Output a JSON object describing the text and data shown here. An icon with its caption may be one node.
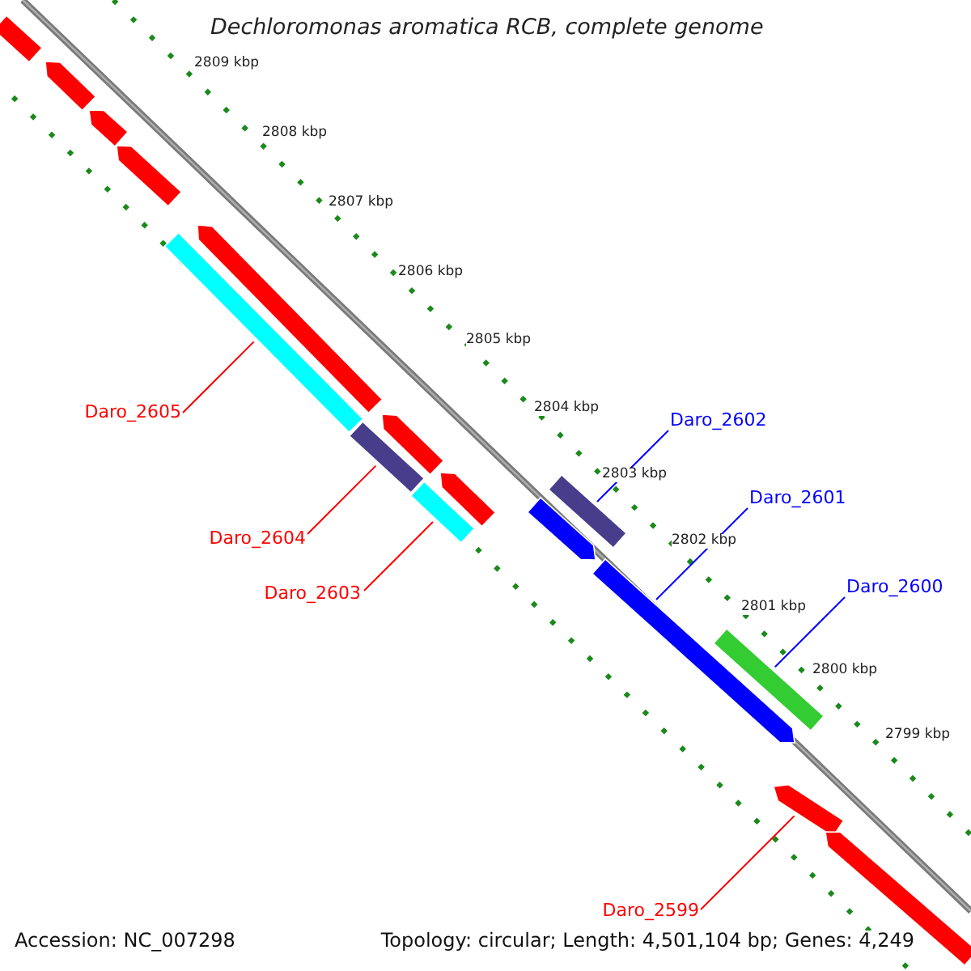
{
  "diagram": {
    "title": "Dechloromonas aromatica RCB, complete genome",
    "nodes": [
      {
        "text": [
          "Daro_2602"
        ]
      },
      {
        "text": [
          "Daro_2601"
        ]
      },
      {
        "text": [
          "Daro_2600"
        ]
      },
      {
        "text": [
          "Daro_2605"
        ]
      },
      {
        "text": [],
        "shape": "bar"
      },
      {
        "text": [],
        "shape": "bar"
      },
      {
        "text": [],
        "shape": "bar"
      },
      {
        "text": [],
        "shape": "bar"
      },
      {
        "text": [],
        "shape": "bar"
      },
      {
        "text": [],
        "shape": "bar"
      },
      {
        "text": [],
        "shape": "bar"
      },
      {
        "text": [
          "Daro_2604"
        ]
      },
      {
        "text": [
          "Daro_2603"
        ]
      },
      {
        "text": [
          "Daro_2599"
        ]
      },
      {
        "text": [],
        "shape": "bar"
      },
      {
        "text": [],
        "shape": "bar"
      },
      {
        "text": [],
        "shape": "bar"
      },
      {
        "text": [],
        "shape": "bar"
      },
      {
        "text": [],
        "shape": "bar"
      },
      {
        "text": [],
        "shape": "bar"
      },
      {
        "text": [],
        "shape": "bar"
      },
      {
        "text": [],
        "shape": "bar"
      },
      {
        "text": [],
        "shape": "bar"
      }
    ],
    "edges": [
      {
        "from": 3,
        "to": 4,
        "arrow": "none"
      },
      {
        "from": 11,
        "to": 5,
        "arrow": "none"
      },
      {
        "from": 12,
        "to": 6,
        "arrow": "none"
      },
      {
        "from": 0,
        "to": 7,
        "arrow": "none",
        "color": "#0000ff"
      },
      {
        "from": 1,
        "to": 8,
        "arrow": "none",
        "color": "#0000ff"
      },
      {
        "from": 2,
        "to": 9,
        "arrow": "none",
        "color": "#0000ff"
      },
      {
        "from": 13,
        "to": 10,
        "arrow": "none"
      }
    ],
    "labels": [
      "2809 kbp",
      "2808 kbp",
      "2807 kbp",
      "2806 kbp",
      "2805 kbp",
      "2804 kbp",
      "2803 kbp",
      "2802 kbp",
      "2801 kbp",
      "2800 kbp",
      "2799 kbp",
      "Accession: NC_007298",
      "Topology: circular; Length: 4,501,104 bp; Genes: 4,249"
    ]
  }
}
